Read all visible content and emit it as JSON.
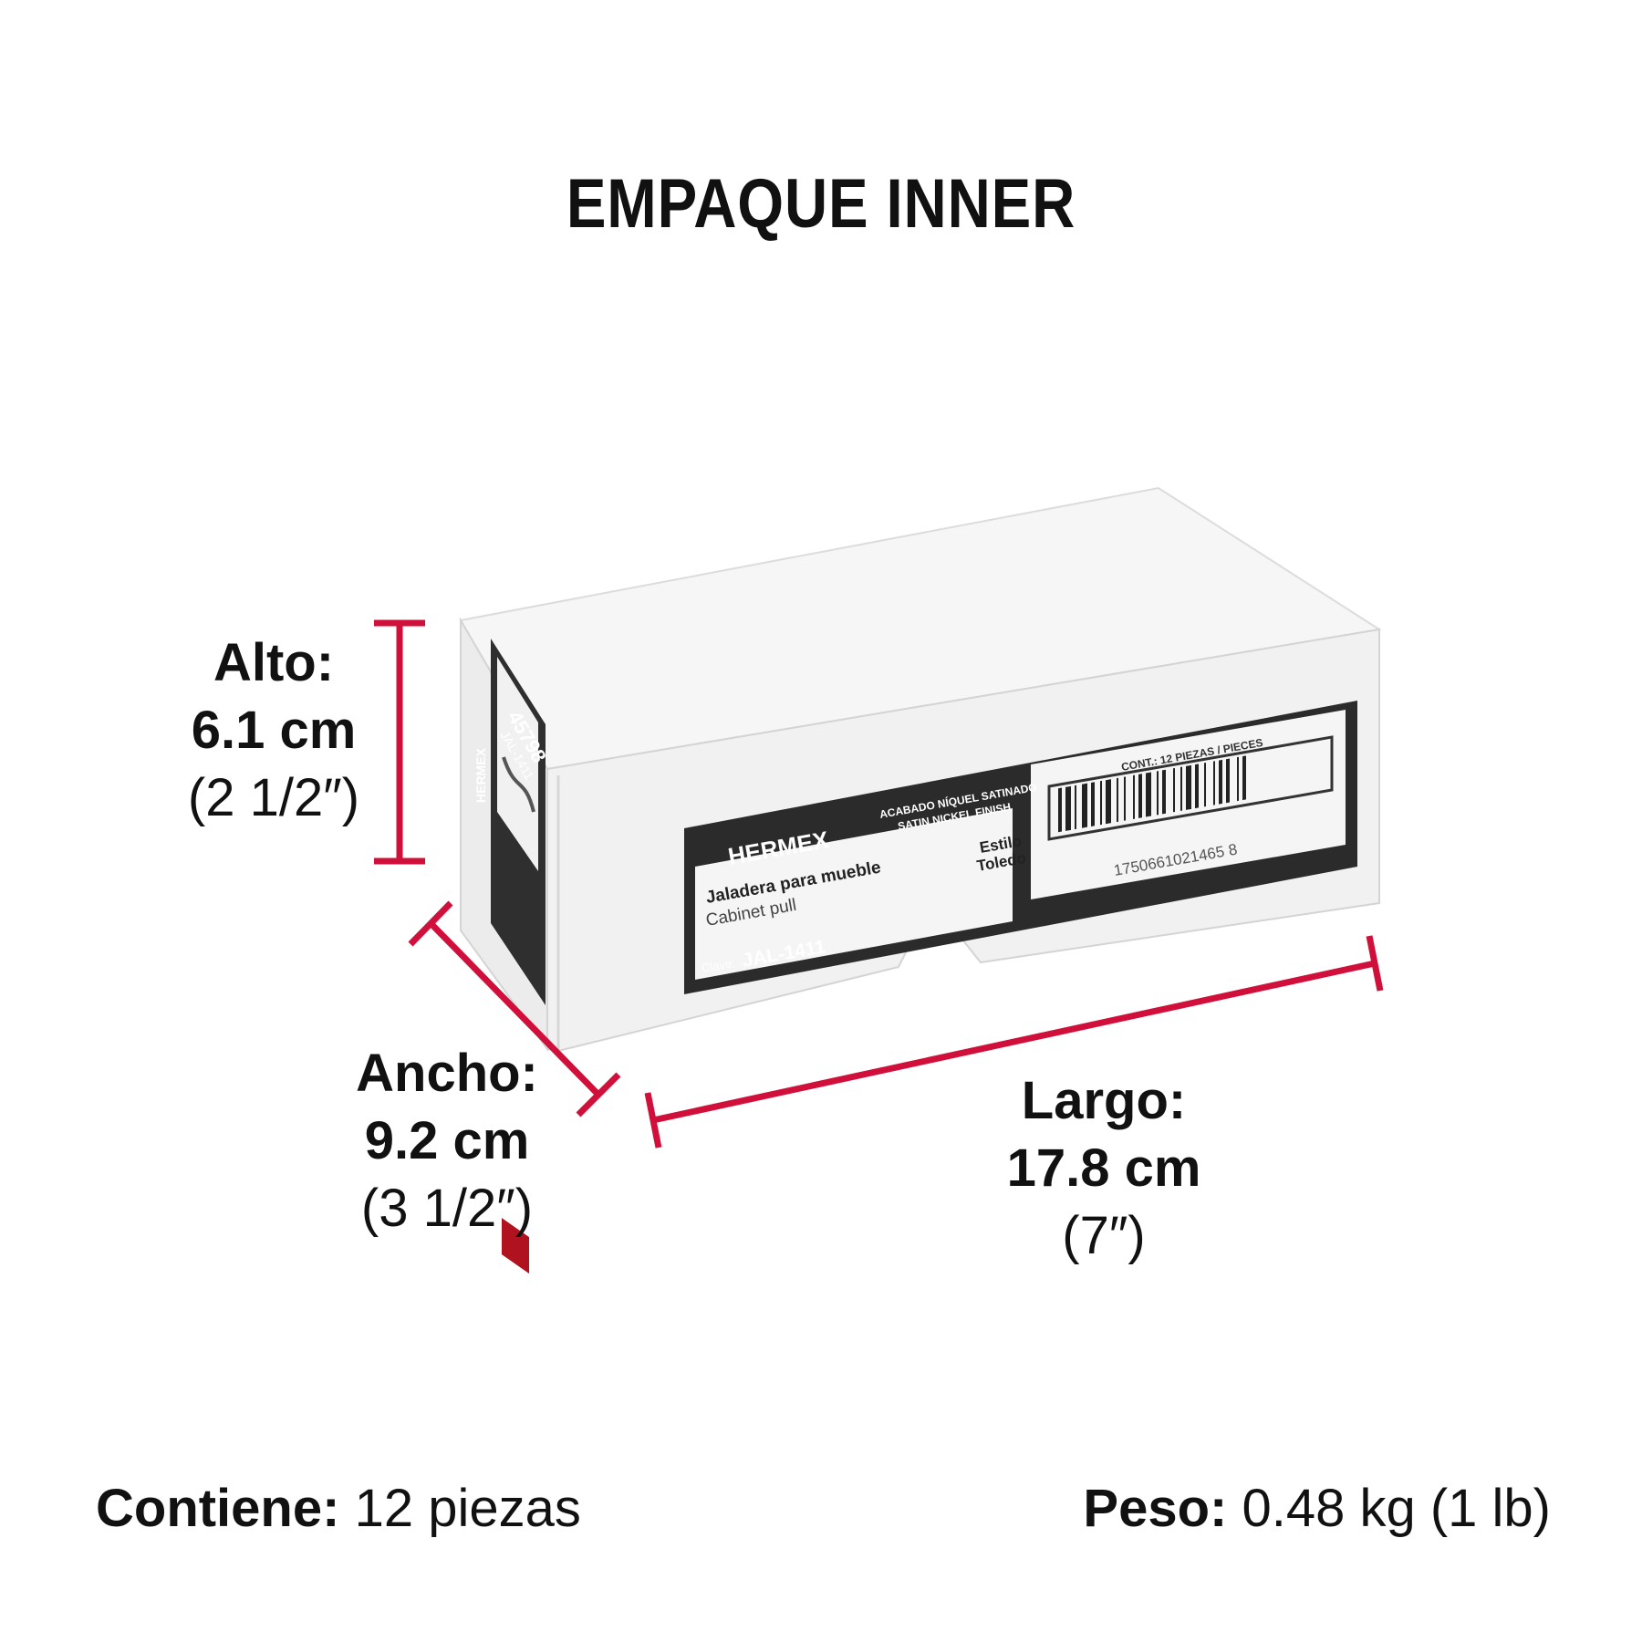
{
  "title": "EMPAQUE INNER",
  "dimensions": {
    "alto": {
      "label": "Alto:",
      "metric": "6.1 cm",
      "imperial": "(2 1/2″)"
    },
    "ancho": {
      "label": "Ancho:",
      "metric": "9.2 cm",
      "imperial": "(3 1/2″)"
    },
    "largo": {
      "label": "Largo:",
      "metric": "17.8 cm",
      "imperial": "(7″)"
    }
  },
  "footer": {
    "contiene_label": "Contiene:",
    "contiene_value": "12 piezas",
    "peso_label": "Peso:",
    "peso_value": "0.48 kg (1 lb)"
  },
  "box_label": {
    "brand": "HERMEX",
    "finish_es": "ACABADO NÍQUEL SATINADO",
    "finish_en": "SATIN NICKEL FINISH",
    "product_es": "Jaladera para mueble",
    "product_en": "Cabinet pull",
    "style_line1": "Estilo",
    "style_line2": "Toledo",
    "clave_label": "Clave:",
    "clave_value": "JAL-1411",
    "contents": "CONT.: 12 PIEZAS / PIECES",
    "barcode_number": "1750661021465  8",
    "side_code": "45798",
    "side_model": "JAL-1411"
  },
  "colors": {
    "accent": "#d0103a",
    "label_dark": "#2b2b2b",
    "box_white": "#f3f3f3"
  }
}
